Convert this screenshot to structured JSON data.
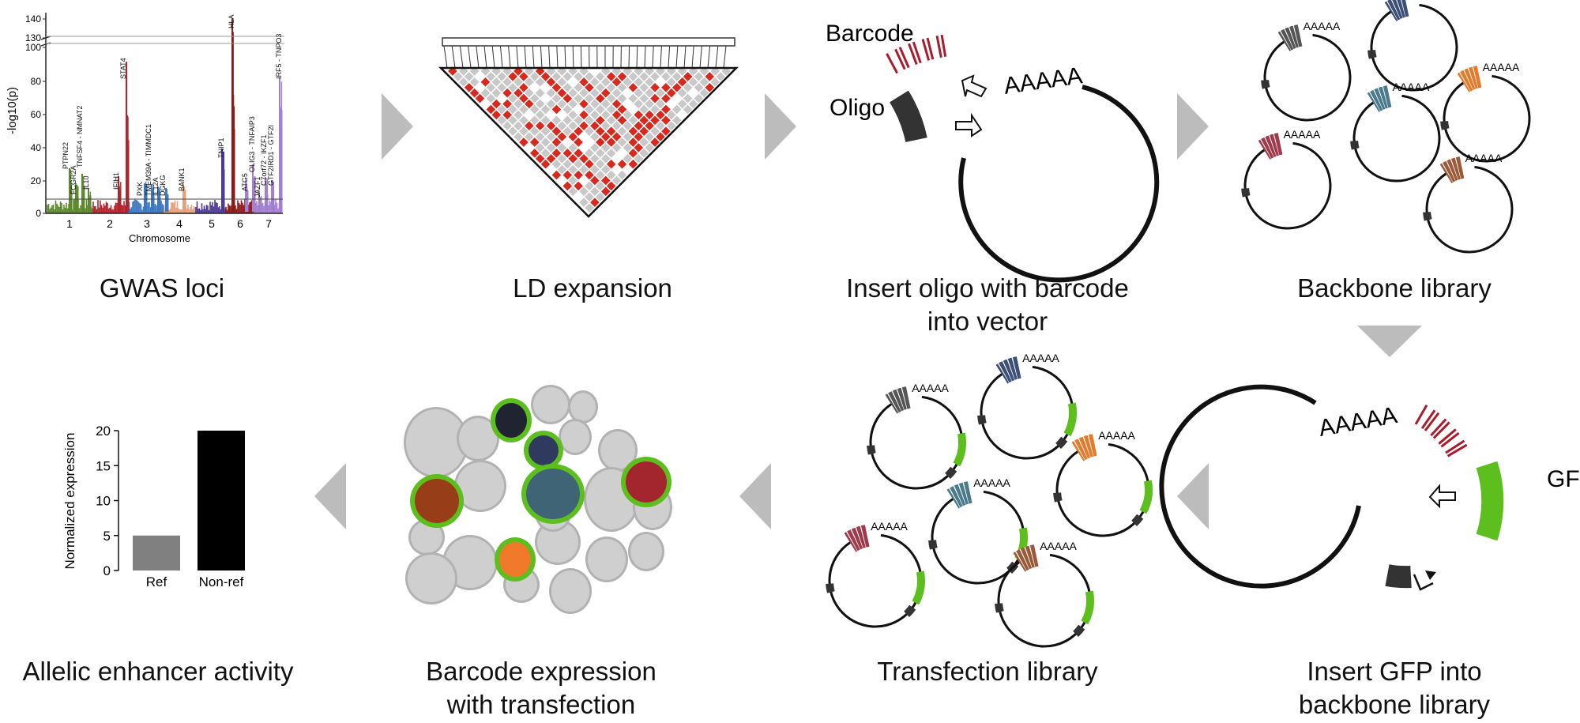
{
  "colors": {
    "arrow_gray": "#bcbcbc",
    "oligo_dark": "#333333",
    "barcode_red": "#a81c2c",
    "gfp_green": "#5cbf1e",
    "ld_red": "#d8291f",
    "ld_gray": "#c8c8c8",
    "cell_gray": "#cfcfcf",
    "cell_gray_edge": "#b2b2b2",
    "chr_colors": [
      "#5e8a2f",
      "#b0262c",
      "#3e79c1",
      "#e5a07c",
      "#4e3b97",
      "#8e1a1c",
      "#a27fcf"
    ]
  },
  "captions": {
    "gwas": "GWAS loci",
    "ld": "LD expansion",
    "insert_oligo": [
      "Insert oligo with barcode",
      "into vector"
    ],
    "backbone": "Backbone library",
    "insert_gfp": [
      "Insert GFP into",
      "backbone library"
    ],
    "transfection": "Transfection library",
    "barcode_expr": [
      "Barcode expression",
      "with transfection"
    ],
    "allelic": "Allelic enhancer activity"
  },
  "labels": {
    "barcode": "Barcode",
    "oligo": "Oligo",
    "gfp": "GFP",
    "polya": "AAAAA"
  },
  "manhattan": {
    "ylabel": "-log10(p)",
    "xlabel": "Chromosome",
    "y_ticks_low": [
      "0",
      "20",
      "40",
      "60",
      "80",
      "100"
    ],
    "y_ticks_high": [
      "130",
      "140"
    ],
    "chromosomes": [
      "1",
      "2",
      "3",
      "4",
      "5",
      "6",
      "7"
    ],
    "gene_labels": [
      "PTPN22",
      "FCGR2A",
      "TNFSF4 - NMNAT2",
      "IL10",
      "STAT4",
      "IFIH1",
      "PXK",
      "TMEM39A - TIMMDC1",
      "IL12A",
      "DGKG",
      "BANK1",
      "TNIP1",
      "HLA",
      "ATG5",
      "OLIG3 - TNFAIP3",
      "JAZF1",
      "C7orf72 - IKZF1",
      "GTF2IRD1 - GTF2I",
      "IRF5 - TNPO3"
    ]
  },
  "chart_data": {
    "type": "bar",
    "categories": [
      "Ref",
      "Non-ref"
    ],
    "values": [
      5,
      20
    ],
    "colors": [
      "#808080",
      "#000000"
    ],
    "ylabel": "Normalized expression",
    "yticks": [
      "0",
      "5",
      "10",
      "15",
      "20"
    ],
    "ylim": [
      0,
      20
    ]
  }
}
